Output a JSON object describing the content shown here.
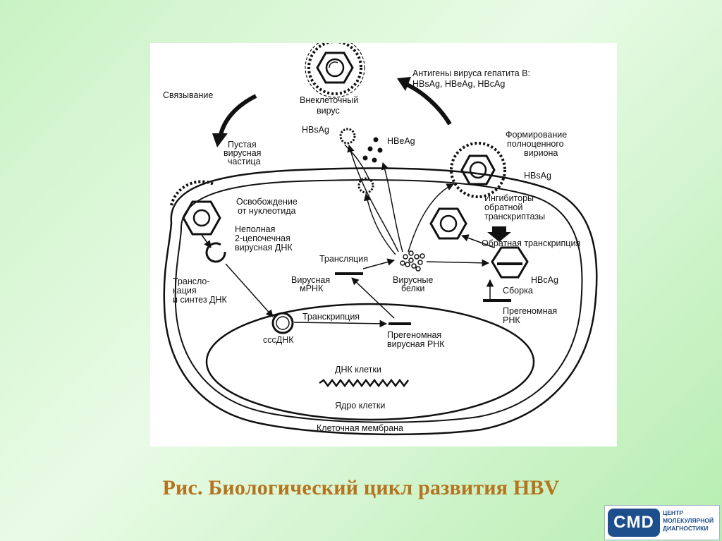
{
  "diagram": {
    "labels": {
      "antigens_1": "Антигены вируса гепатита В:",
      "antigens_2": "HBsAg, HBeAg, HBcAg",
      "binding": "Связывание",
      "extracellular_1": "Внеклеточный",
      "extracellular_2": "вирус",
      "hbsag_top": "HBsAg",
      "hbeag_top": "HBeAg",
      "empty_1": "Пустая",
      "empty_2": "вирусная",
      "empty_3": "частица",
      "formation_1": "Формирование",
      "formation_2": "полноценного",
      "formation_3": "вириона",
      "hbsag_right": "HBsAg",
      "release_1": "Освобождение",
      "release_2": "от нуклеотида",
      "inhibitors_1": "Ингибиторы",
      "inhibitors_2": "обратной",
      "inhibitors_3": "транскриптазы",
      "incomplete_1": "Неполная",
      "incomplete_2": "2-цепочечная",
      "incomplete_3": "вирусная ДНК",
      "reverse_transcription": "Обратная транскрипция",
      "translation": "Трансляция",
      "viral_mrna_1": "Вирусная",
      "viral_mrna_2": "мРНК",
      "viral_proteins_1": "Вирусные",
      "viral_proteins_2": "белки",
      "hbcag": "HBcAg",
      "assembly": "Сборка",
      "translocation_1": "Трансло-",
      "translocation_2": "кация",
      "translocation_3": "и синтез ДНК",
      "pregenomic_right_1": "Прегеномная",
      "pregenomic_right_2": "РНК",
      "transcription": "Транскрипция",
      "cccdna": "cccДНК",
      "pregenomic_1": "Прегеномная",
      "pregenomic_2": "вирусная РНК",
      "cell_dna": "ДНК клетки",
      "nucleus": "Ядро клетки",
      "membrane": "Клеточная мембрана"
    }
  },
  "caption": "Рис.  Биологический цикл развития HBV",
  "logo": {
    "badge": "CMD",
    "line1": "ЦЕНТР",
    "line2": "МОЛЕКУЛЯРНОЙ",
    "line3": "ДИАГНОСТИКИ",
    "brand_color": "#1e4f8d"
  },
  "colors": {
    "caption": "#b5731e",
    "background": "#d4f5cf"
  }
}
